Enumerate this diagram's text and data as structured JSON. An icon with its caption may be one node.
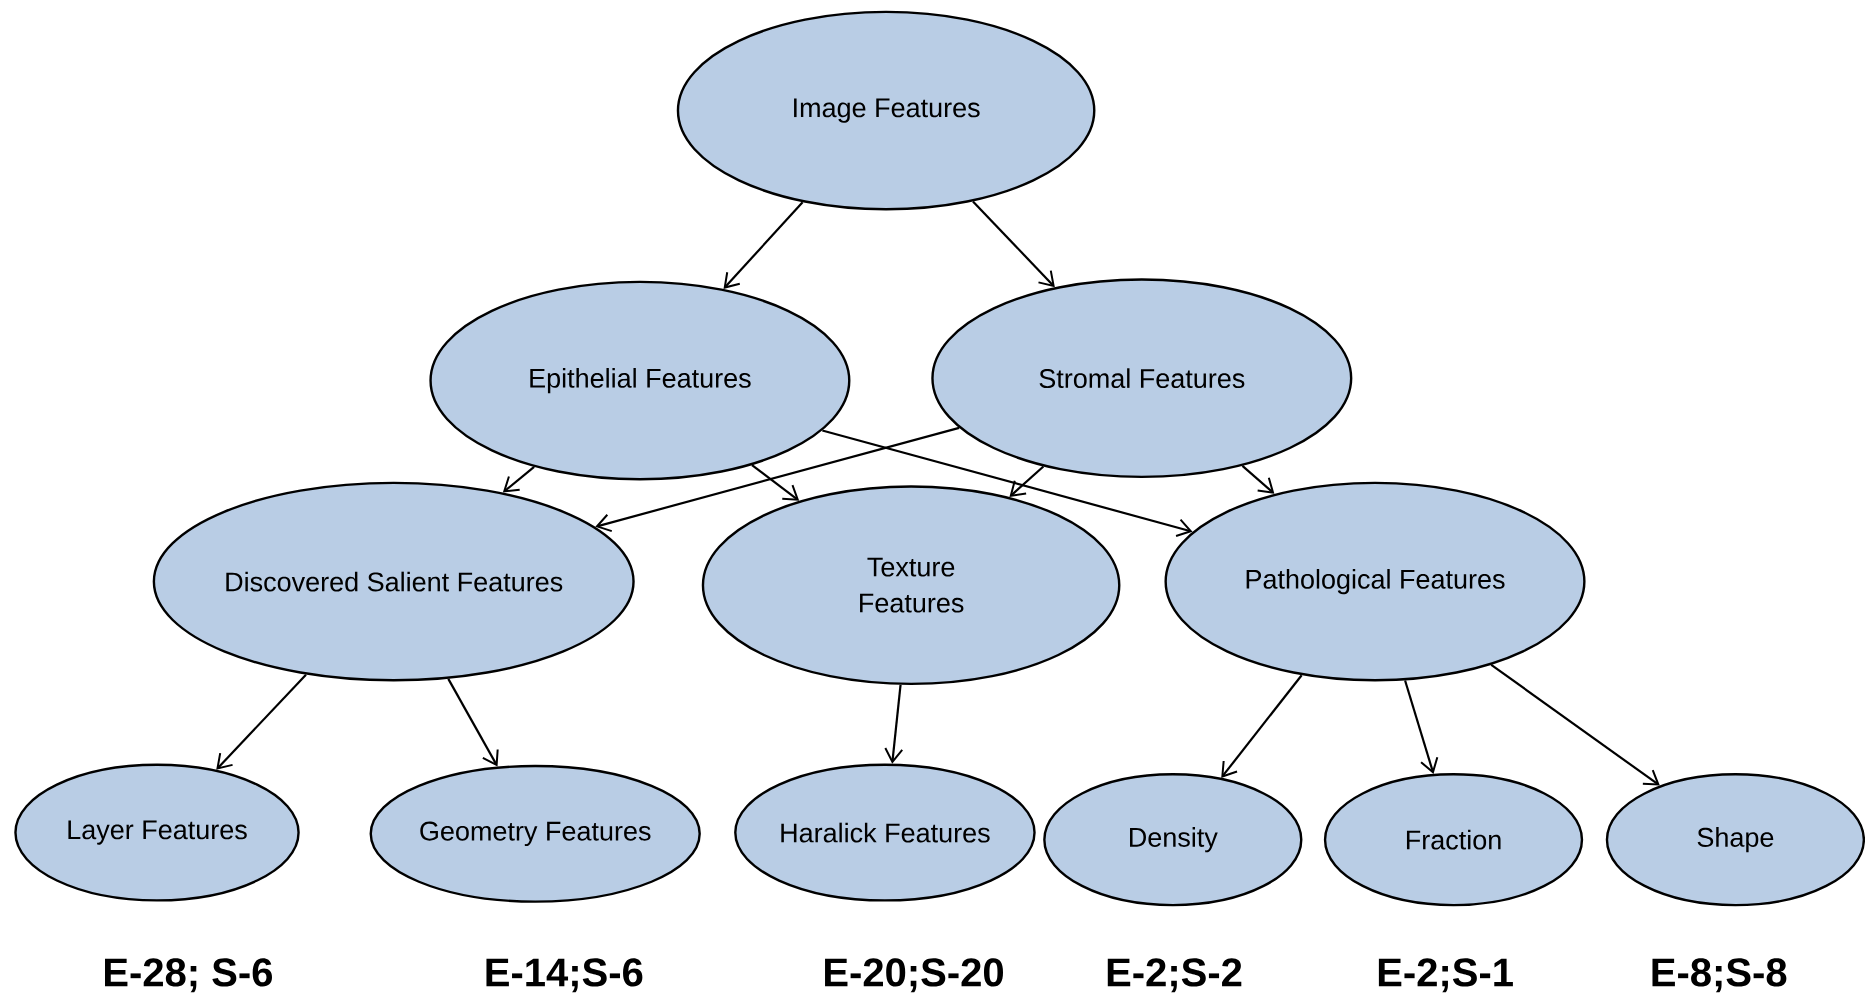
{
  "diagram": {
    "nodes": [
      {
        "text": [
          "Image Features"
        ]
      },
      {
        "text": [
          "Epithelial Features"
        ]
      },
      {
        "text": [
          "Stromal Features"
        ]
      },
      {
        "text": [
          "Discovered Salient Features"
        ]
      },
      {
        "text": [
          "Texture Features"
        ]
      },
      {
        "text": [
          "Pathological Features"
        ]
      },
      {
        "text": [
          "Layer Features"
        ]
      },
      {
        "text": [
          "Geometry Features"
        ]
      },
      {
        "text": [
          "Haralick Features"
        ]
      },
      {
        "text": [
          "Density"
        ]
      },
      {
        "text": [
          "Fraction"
        ]
      },
      {
        "text": [
          "Shape"
        ]
      }
    ],
    "edges": [
      {
        "from": 0,
        "to": 1,
        "arrow": "to"
      },
      {
        "from": 0,
        "to": 2,
        "arrow": "to"
      },
      {
        "from": 1,
        "to": 3,
        "arrow": "to"
      },
      {
        "from": 1,
        "to": 4,
        "arrow": "to"
      },
      {
        "from": 1,
        "to": 5,
        "arrow": "to"
      },
      {
        "from": 2,
        "to": 3,
        "arrow": "to"
      },
      {
        "from": 2,
        "to": 4,
        "arrow": "to"
      },
      {
        "from": 2,
        "to": 5,
        "arrow": "to"
      },
      {
        "from": 3,
        "to": 6,
        "arrow": "to"
      },
      {
        "from": 3,
        "to": 7,
        "arrow": "to"
      },
      {
        "from": 4,
        "to": 8,
        "arrow": "to"
      },
      {
        "from": 5,
        "to": 9,
        "arrow": "to"
      },
      {
        "from": 5,
        "to": 10,
        "arrow": "to"
      },
      {
        "from": 5,
        "to": 11,
        "arrow": "to"
      }
    ],
    "labels": [
      "E-28; S-6",
      "E-14;S-6",
      "E-20;S-20",
      "E-2;S-2",
      "E-2;S-1",
      "E-8;S-8"
    ]
  }
}
